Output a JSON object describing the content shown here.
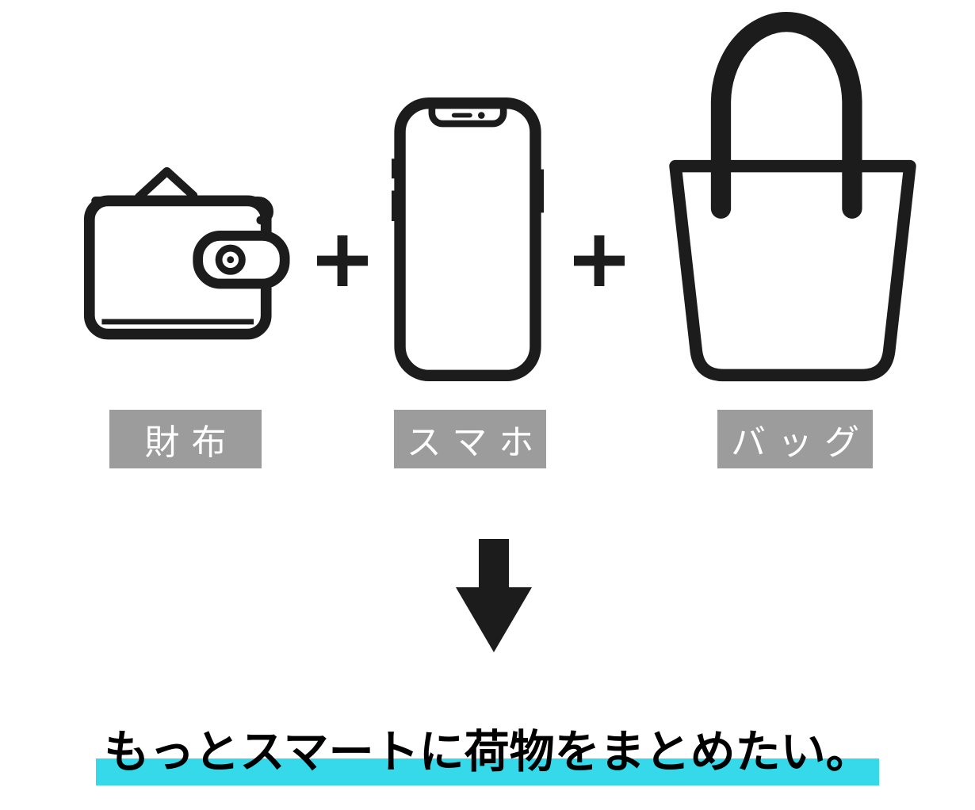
{
  "equation": {
    "plus_sign": "+",
    "items": [
      {
        "id": "wallet",
        "label": "財布",
        "icon": "wallet-icon"
      },
      {
        "id": "smartphone",
        "label": "スマホ",
        "icon": "smartphone-icon"
      },
      {
        "id": "bag",
        "label": "バッグ",
        "icon": "tote-bag-icon"
      }
    ]
  },
  "arrow": {
    "direction": "down"
  },
  "headline": {
    "text": "もっとスマートに荷物をまとめたい。"
  },
  "colors": {
    "icon_stroke": "#1c1c1c",
    "label_background": "#9c9c9c",
    "label_text": "#ffffff",
    "headline_text": "#000000",
    "highlight": "#35d9ea",
    "page_background": "#ffffff"
  }
}
